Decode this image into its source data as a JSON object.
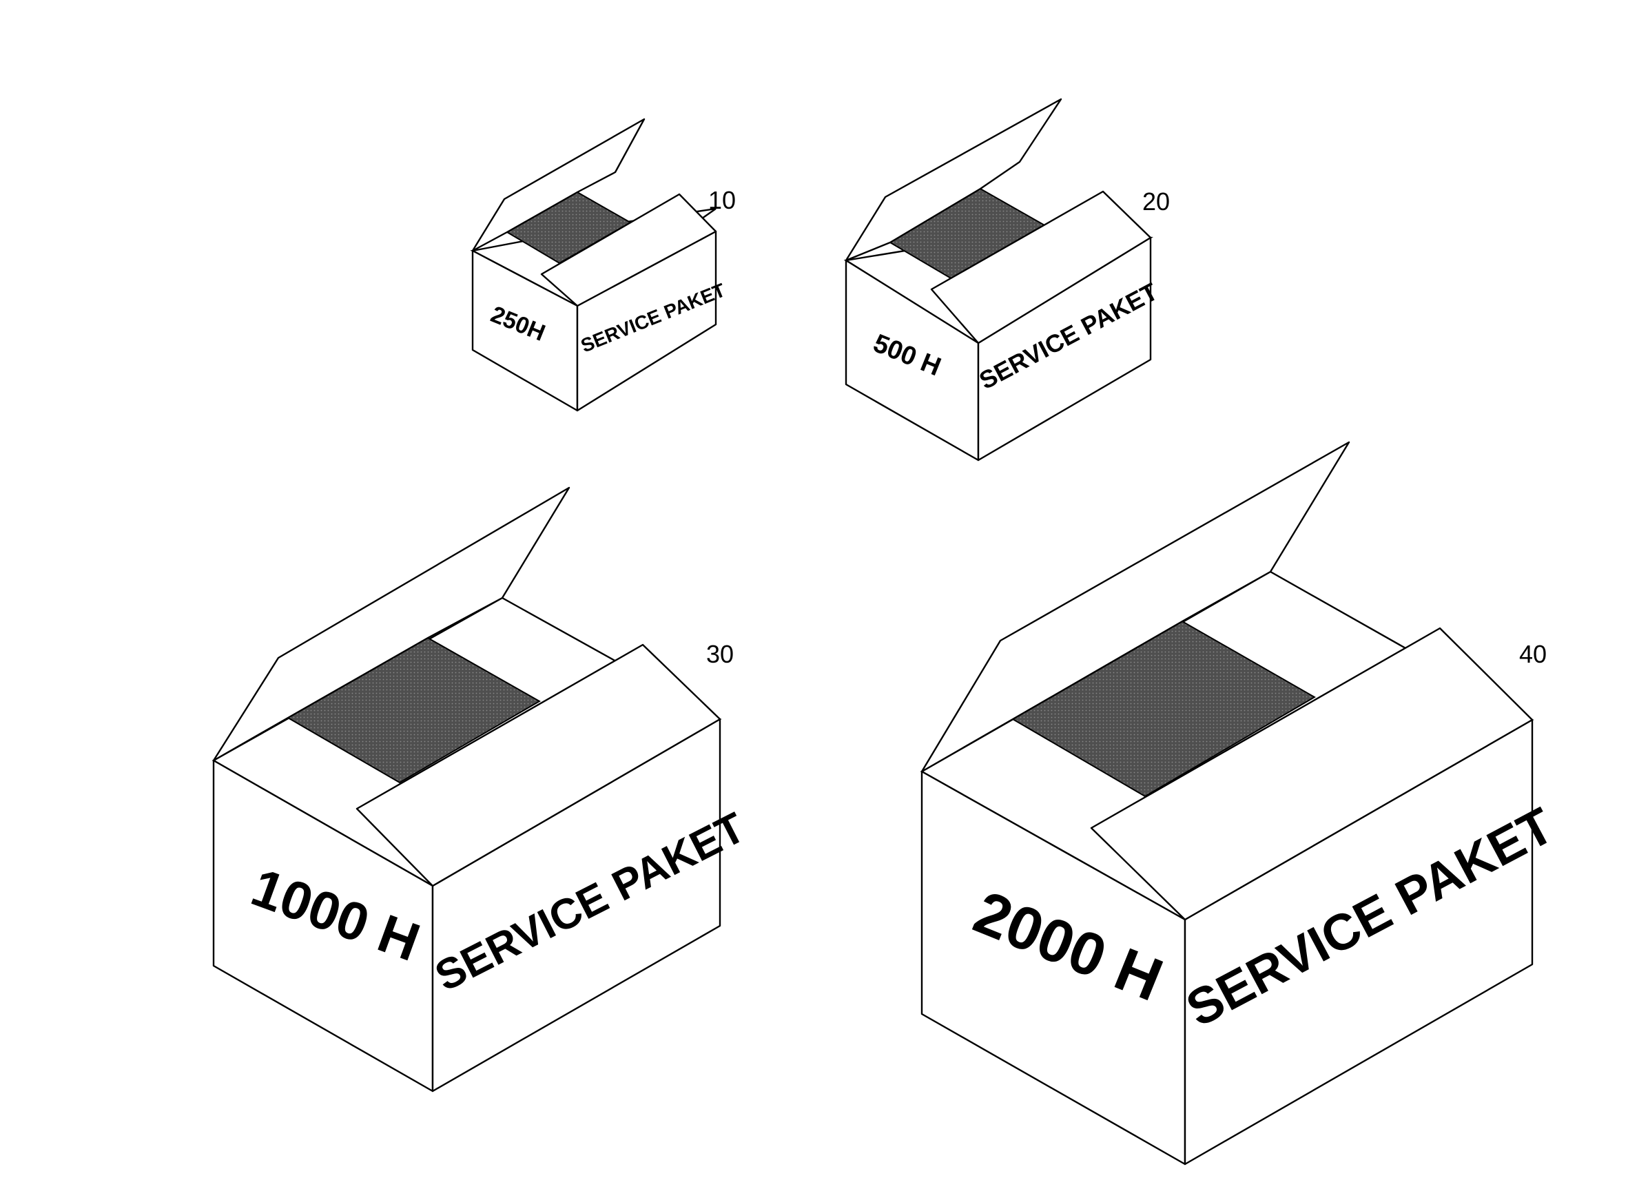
{
  "colors": {
    "line": "#000000",
    "tape": "#4f4f4f",
    "background": "#ffffff"
  },
  "boxes": [
    {
      "ref": "10",
      "hours": "250H",
      "label": "SERVICE PAKET"
    },
    {
      "ref": "20",
      "hours": "500 H",
      "label": "SERVICE PAKET"
    },
    {
      "ref": "30",
      "hours": "1000 H",
      "label": "SERVICE PAKET"
    },
    {
      "ref": "40",
      "hours": "2000 H",
      "label": "SERVICE PAKET"
    }
  ]
}
